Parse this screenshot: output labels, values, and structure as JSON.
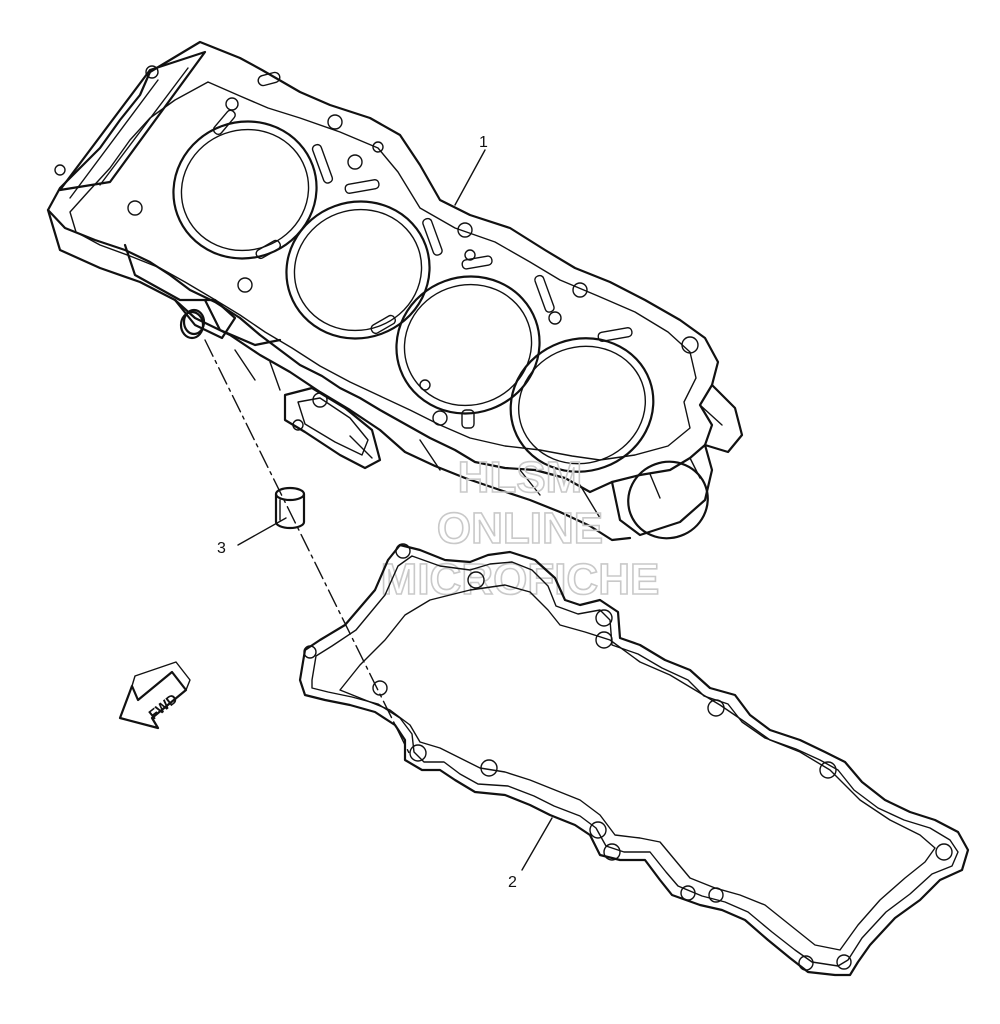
{
  "parts": {
    "cylinder_label": "1",
    "gasket_label": "2",
    "dowel_pin_label": "3"
  },
  "fwd_arrow": {
    "text": "FWD"
  },
  "watermark": {
    "line1": "HLSM",
    "line2": "ONLINE",
    "line3": "MICROFICHE",
    "color": "#c9c9c9"
  }
}
